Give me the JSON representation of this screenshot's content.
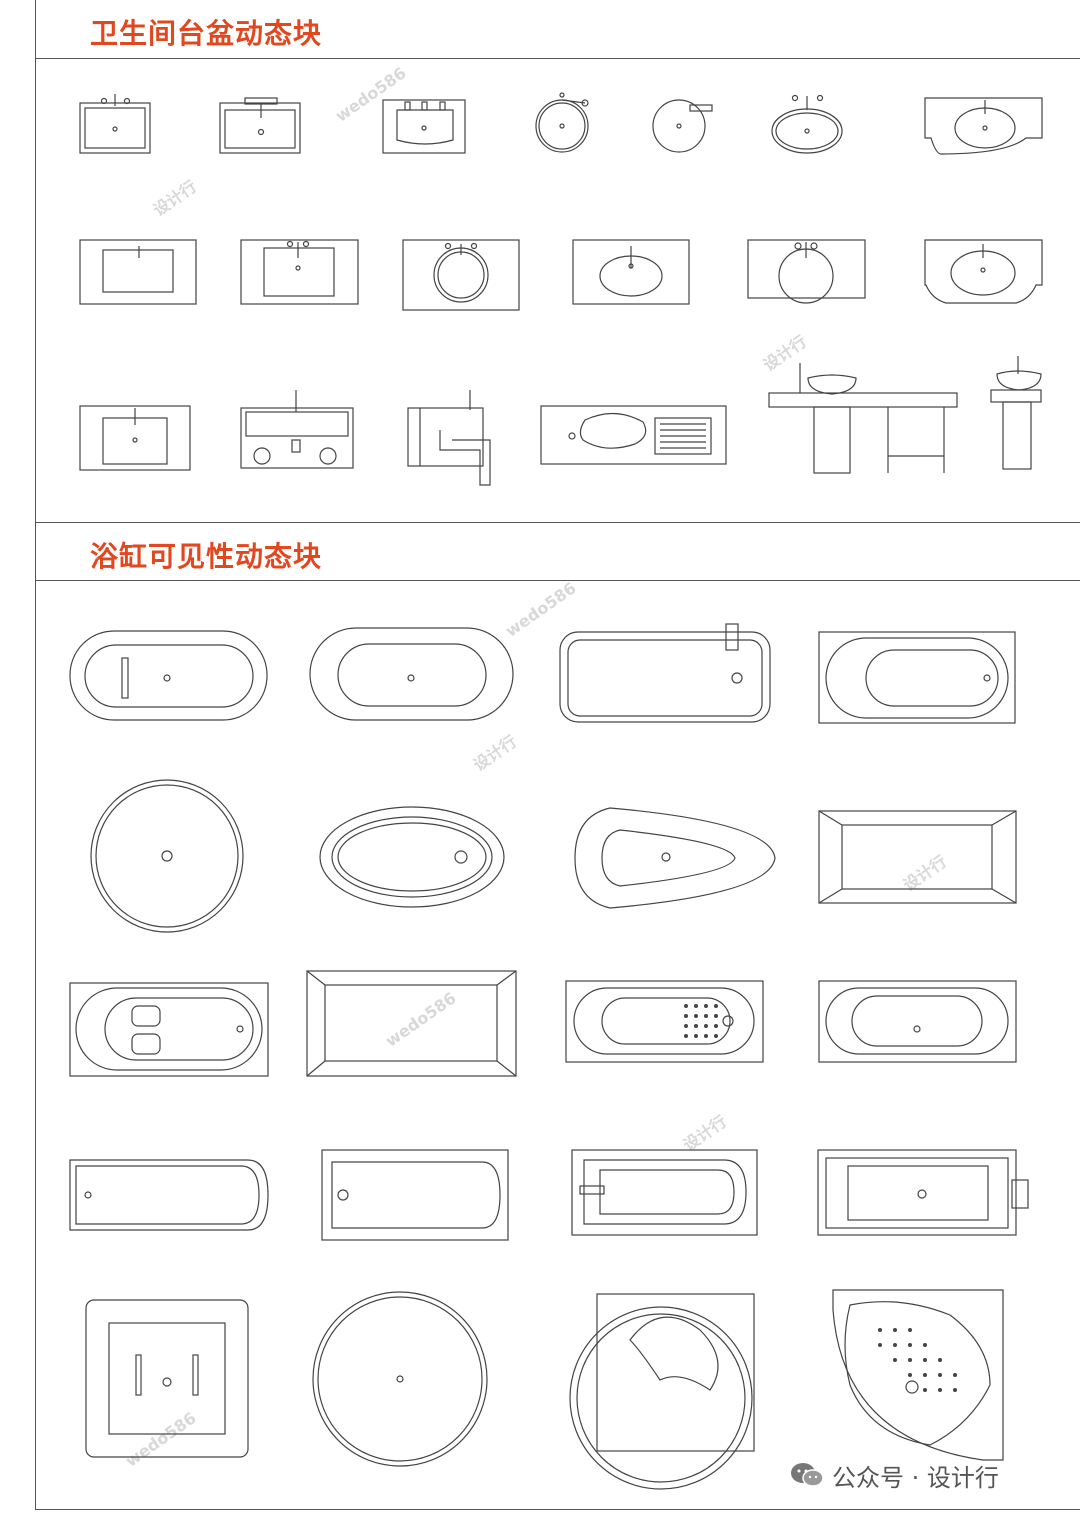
{
  "sections": {
    "sinks": {
      "title": "卫生间台盆动态块"
    },
    "bathtubs": {
      "title": "浴缸可见性动态块"
    }
  },
  "footer": {
    "text": "公众号 · 设计行",
    "icon": "wechat-icon"
  },
  "watermarks": [
    "设计行",
    "wedo586"
  ],
  "colors": {
    "title": "#e2481f",
    "line": "#444444",
    "watermark": "#d8d8d8"
  }
}
